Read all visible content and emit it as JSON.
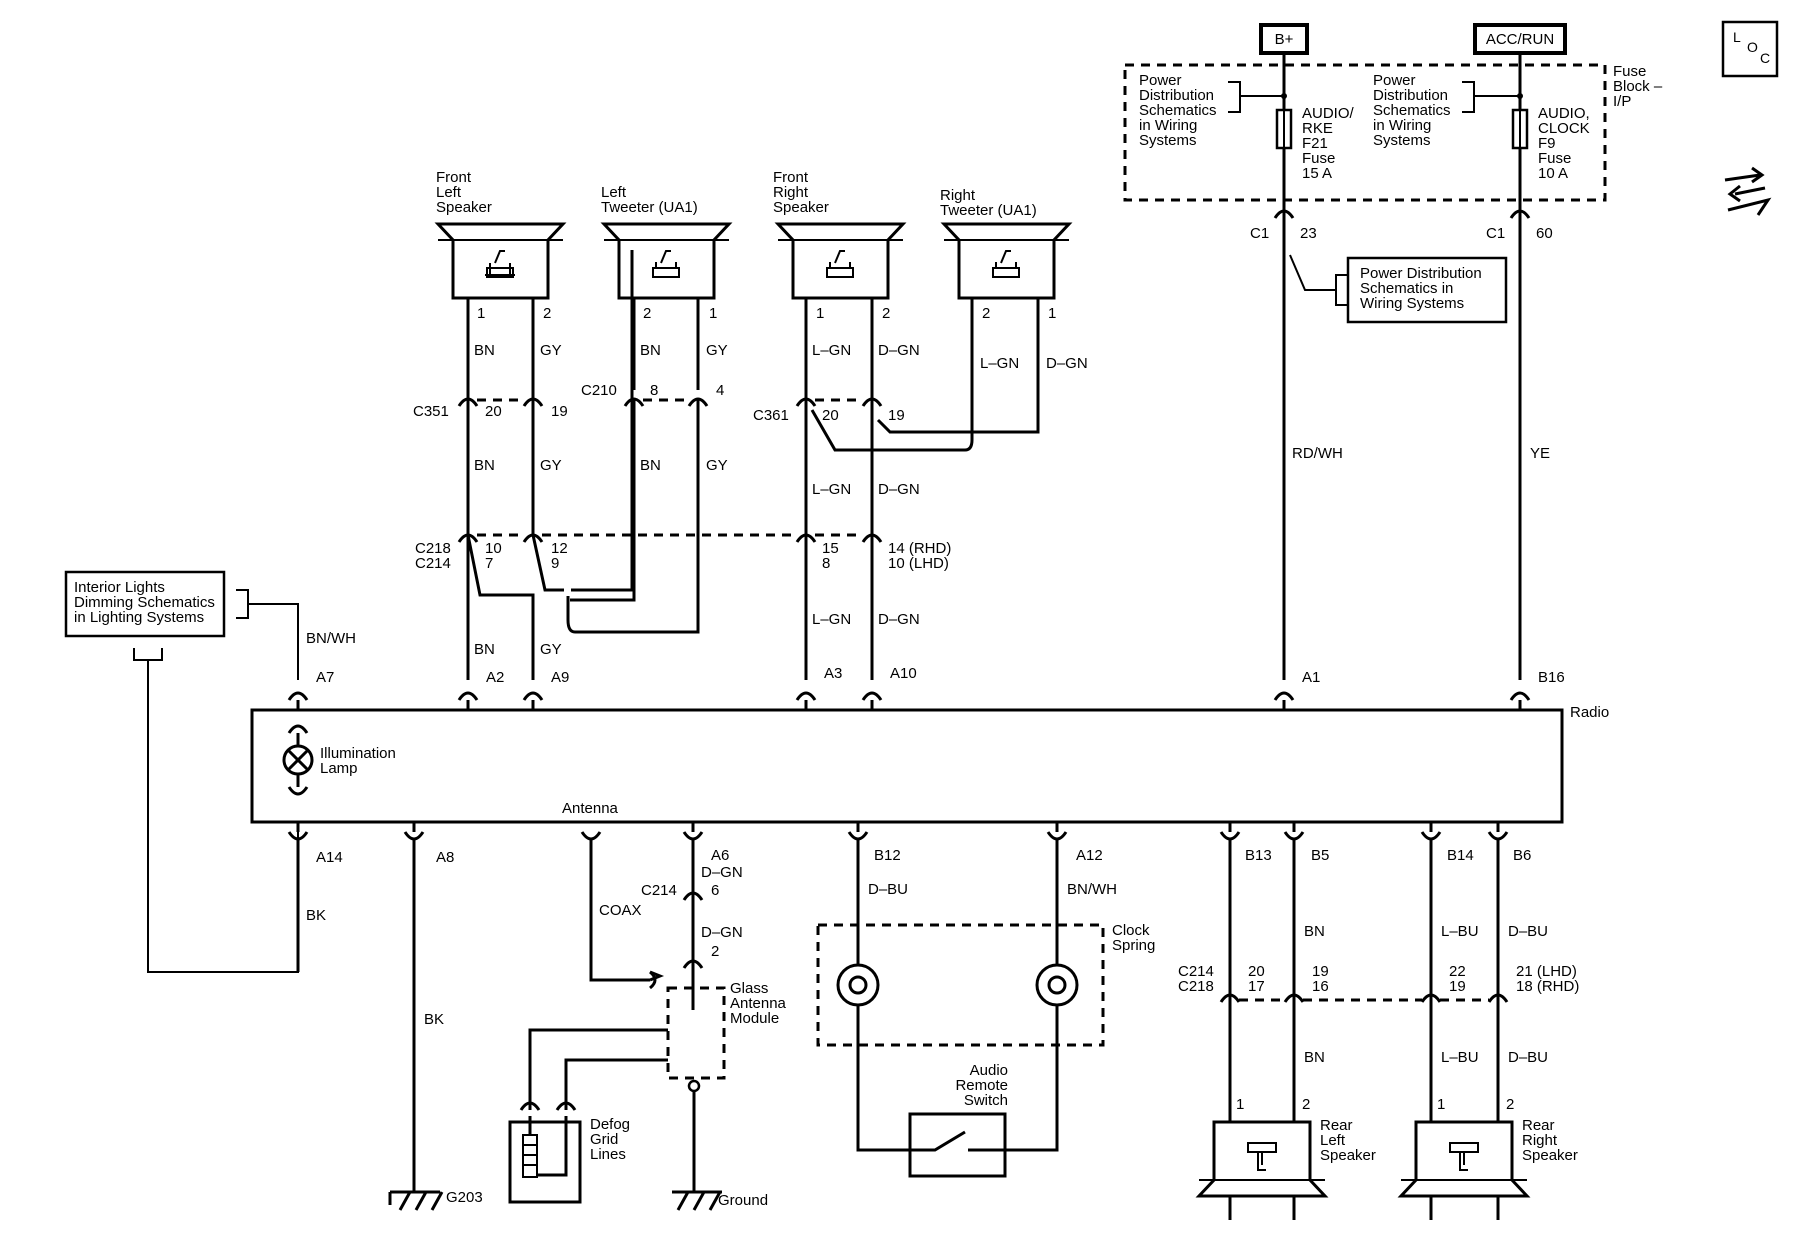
{
  "power": {
    "bplus": "B+",
    "accrun": "ACC/RUN"
  },
  "fuse_block": {
    "line1": "Fuse",
    "line2": "Block –",
    "line3": "I/P"
  },
  "pds1": [
    "Power",
    "Distribution",
    "Schematics",
    "in Wiring",
    "Systems"
  ],
  "pds2": [
    "Power",
    "Distribution",
    "Schematics",
    "in Wiring",
    "Systems"
  ],
  "pds3": [
    "Power Distribution",
    "Schematics in",
    "Wiring Systems"
  ],
  "fuse_f21": [
    "AUDIO/",
    "RKE",
    "F21",
    "Fuse",
    "15 A"
  ],
  "fuse_f9": [
    "AUDIO,",
    "CLOCK",
    "F9",
    "Fuse",
    "10 A"
  ],
  "c1_23": {
    "conn": "C1",
    "pin": "23"
  },
  "c1_60": {
    "conn": "C1",
    "pin": "60"
  },
  "rdwh": "RD/WH",
  "ye": "YE",
  "loc": "LOC",
  "speakers": {
    "fl": [
      "Front",
      "Left",
      "Speaker"
    ],
    "lt": [
      "Left",
      "Tweeter (UA1)"
    ],
    "fr": [
      "Front",
      "Right",
      "Speaker"
    ],
    "rt": [
      "Right",
      "Tweeter (UA1)"
    ],
    "rl": [
      "Rear",
      "Left",
      "Speaker"
    ],
    "rr": [
      "Rear",
      "Right",
      "Speaker"
    ]
  },
  "pins": {
    "p1": "1",
    "p2": "2"
  },
  "wires": {
    "bn": "BN",
    "gy": "GY",
    "lgn": "L–GN",
    "dgn": "D–GN",
    "bnwh": "BN/WH",
    "bk": "BK",
    "dbu": "D–BU",
    "lbu": "L–BU",
    "coax": "COAX"
  },
  "c351": {
    "conn": "C351",
    "p1": "20",
    "p2": "19"
  },
  "c210": {
    "conn": "C210",
    "p1": "8",
    "p2": "4"
  },
  "c361": {
    "conn": "C361",
    "p1": "20",
    "p2": "19"
  },
  "c218": {
    "c1": "C218",
    "c2": "C214",
    "p_bn1": "10",
    "p_bn2": "7",
    "p_gy1": "12",
    "p_gy2": "9",
    "p_lgn1": "15",
    "p_lgn2": "8",
    "p_dgn1": "14 (RHD)",
    "p_dgn2": "10 (LHD)"
  },
  "interior": [
    "Interior Lights",
    "Dimming Schematics",
    "in Lighting Systems"
  ],
  "radio": {
    "label": "Radio",
    "lamp": [
      "Illumination",
      "Lamp"
    ],
    "antenna": "Antenna"
  },
  "radio_pins": {
    "a7": "A7",
    "a2": "A2",
    "a9": "A9",
    "a3": "A3",
    "a10": "A10",
    "a1": "A1",
    "b16": "B16",
    "a14": "A14",
    "a8": "A8",
    "a6": "A6",
    "b12": "B12",
    "a12": "A12",
    "b13": "B13",
    "b5": "B5",
    "b14": "B14",
    "b6": "B6"
  },
  "c214ant": {
    "conn": "C214",
    "pin": "6",
    "pin2": "2"
  },
  "glass": [
    "Glass",
    "Antenna",
    "Module"
  ],
  "defog": [
    "Defog",
    "Grid",
    "Lines"
  ],
  "grounds": {
    "g203": "G203",
    "ground": "Ground"
  },
  "clock": [
    "Clock",
    "Spring"
  ],
  "ars": [
    "Audio",
    "Remote",
    "Switch"
  ],
  "rear_conn": {
    "c1": "C214",
    "c2": "C218",
    "ye1": "20",
    "ye2": "17",
    "bn1": "19",
    "bn2": "16",
    "lbu1": "22",
    "lbu2": "19",
    "dbu1": "21 (LHD)",
    "dbu2": "18 (RHD)"
  }
}
